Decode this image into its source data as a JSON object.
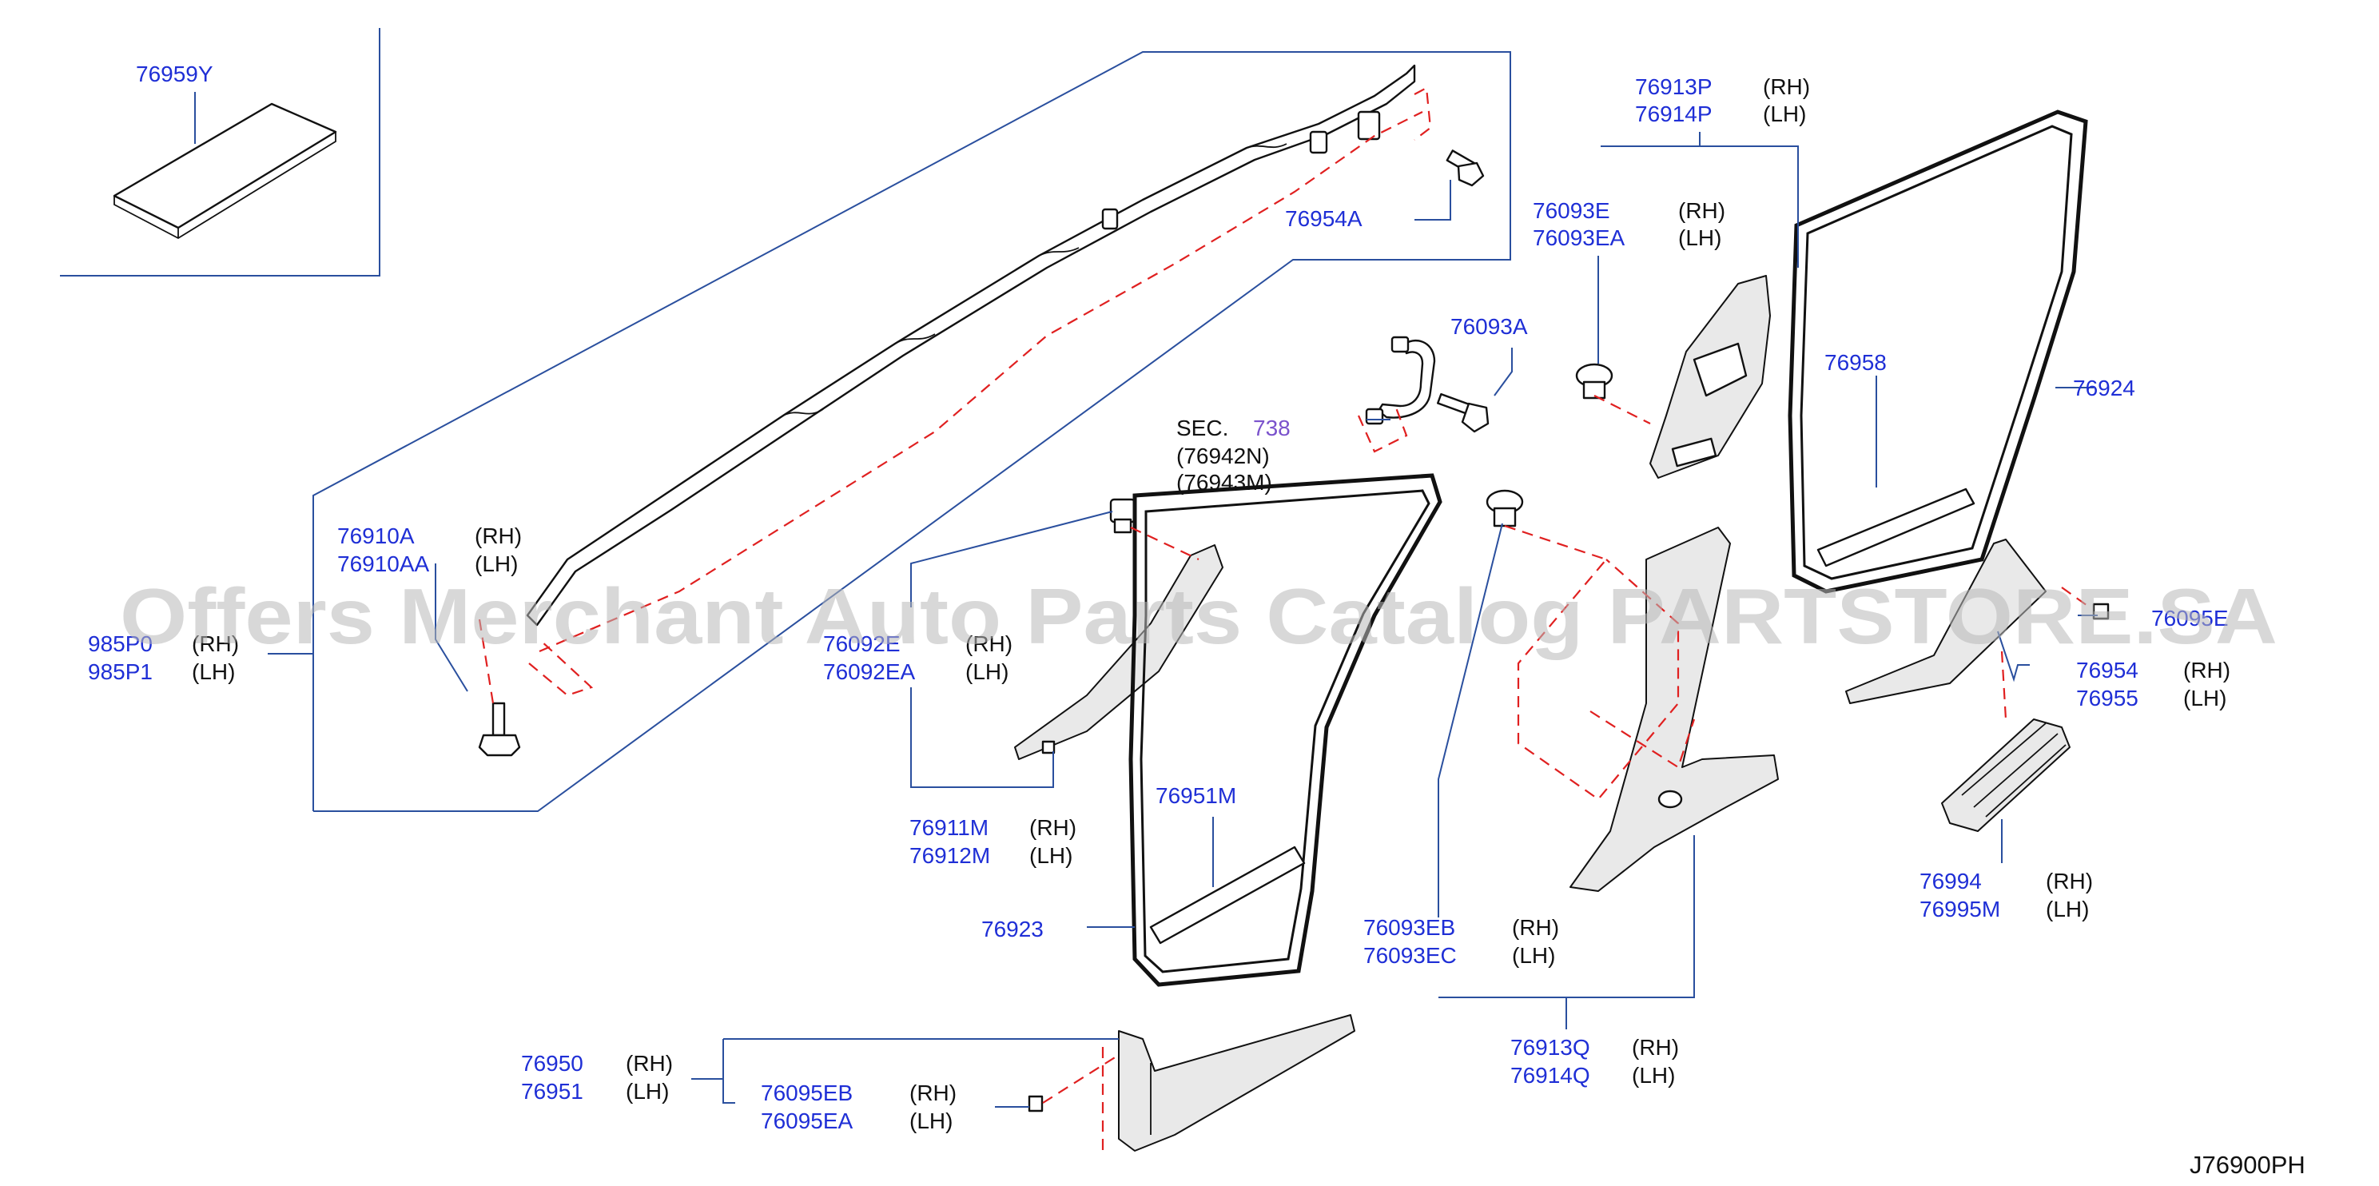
{
  "diagram_code": "J76900PH",
  "watermark": "Offers Merchant Auto Parts Catalog PARTSTORE.SA",
  "sides": {
    "rh": "(RH)",
    "lh": "(LH)"
  },
  "section_ref": {
    "prefix": "SEC.",
    "number": "738",
    "sub": [
      "(76942N)",
      "(76943M)"
    ]
  },
  "callouts": {
    "p76959Y": "76959Y",
    "p76954A": "76954A",
    "p76913P": "76913P",
    "p76914P": "76914P",
    "p76093E": "76093E",
    "p76093EA": "76093EA",
    "p76093A": "76093A",
    "p76958": "76958",
    "p76924": "76924",
    "p76910A": "76910A",
    "p76910AA": "76910AA",
    "p985P0": "985P0",
    "p985P1": "985P1",
    "p76092E": "76092E",
    "p76092EA": "76092EA",
    "p76911M": "76911M",
    "p76912M": "76912M",
    "p76951M": "76951M",
    "p76923": "76923",
    "p76093EB": "76093EB",
    "p76093EC": "76093EC",
    "p76913Q": "76913Q",
    "p76914Q": "76914Q",
    "p76954": "76954",
    "p76955": "76955",
    "p76095E": "76095E",
    "p76994": "76994",
    "p76995M": "76995M",
    "p76950": "76950",
    "p76951": "76951",
    "p76095EB": "76095EB",
    "p76095EA": "76095EA"
  }
}
